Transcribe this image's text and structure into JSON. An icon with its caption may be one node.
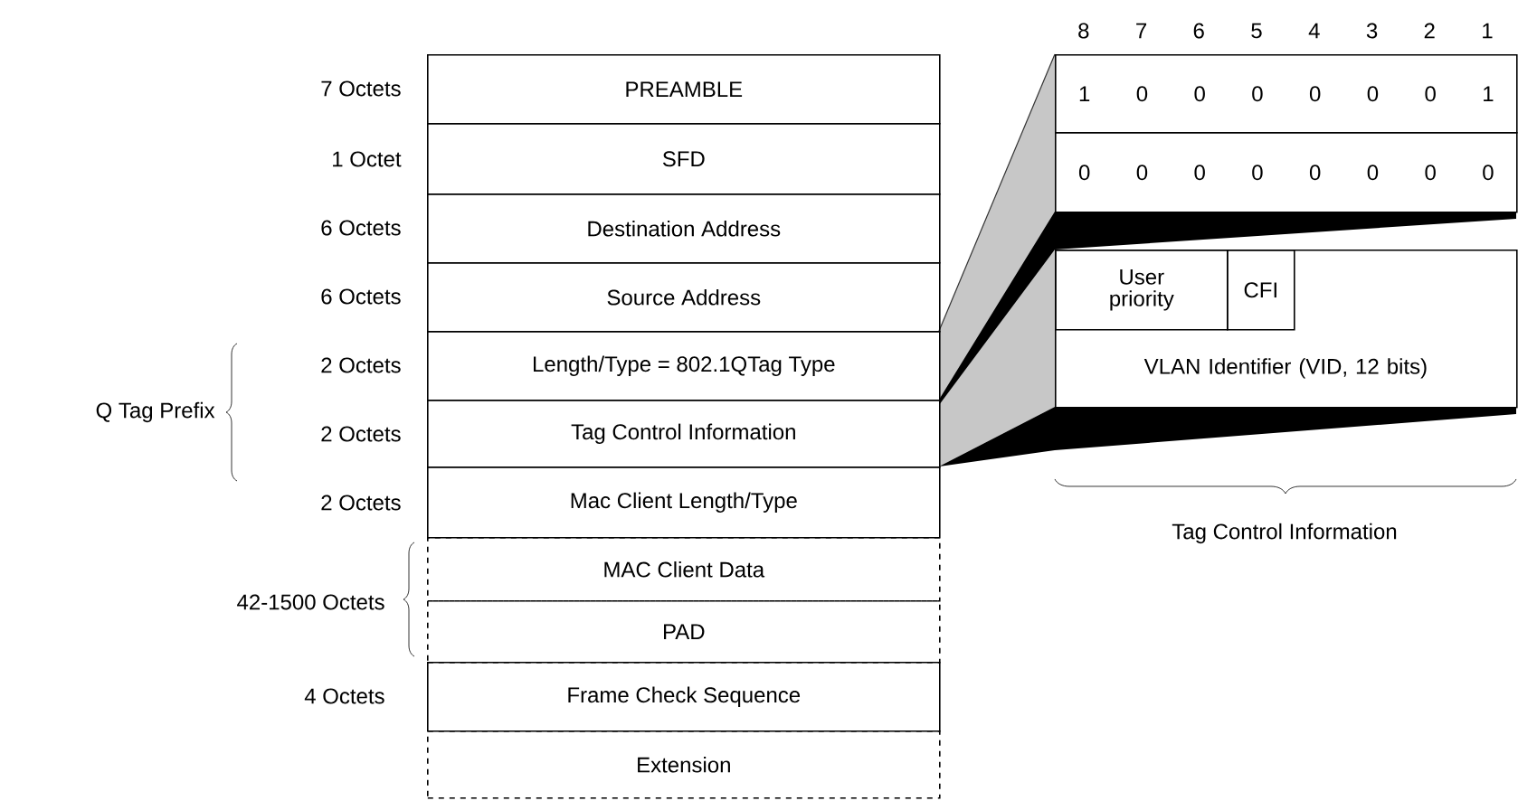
{
  "diagram": {
    "nodes": [
      {
        "text": [
          "PREAMBLE"
        ],
        "beside": [
          "7 Octets"
        ]
      },
      {
        "text": [
          "SFD"
        ],
        "beside": [
          "1 Octet"
        ]
      },
      {
        "text": [
          "Destination Address"
        ],
        "beside": [
          "6 Octets"
        ]
      },
      {
        "text": [
          "Source Address"
        ],
        "beside": [
          "6 Octets"
        ]
      },
      {
        "text": [
          "Length/Type = 802.1QTag Type"
        ],
        "beside": [
          "2 Octets"
        ]
      },
      {
        "text": [
          "Tag Control Information"
        ],
        "beside": [
          "2 Octets"
        ]
      },
      {
        "text": [
          "Mac Client Length/Type"
        ],
        "beside": [
          "2 Octets"
        ]
      },
      {
        "text": [
          "MAC Client Data"
        ]
      },
      {
        "text": [
          "PAD"
        ]
      },
      {
        "text": [
          "Frame Check Sequence"
        ],
        "beside": [
          "4 Octets"
        ]
      },
      {
        "text": [
          "Extension"
        ]
      },
      {
        "text": [
          "1",
          "0",
          "0",
          "0",
          "0",
          "0",
          "0",
          "1"
        ]
      },
      {
        "text": [
          "0",
          "0",
          "0",
          "0",
          "0",
          "0",
          "0",
          "0"
        ]
      },
      {
        "text": [],
        "shape": "box"
      },
      {
        "text": [
          "User priority"
        ],
        "in": 13
      },
      {
        "text": [
          "CFI"
        ],
        "in": 13
      },
      {
        "text": [
          "VLAN Identifier (VID, 12 bits)"
        ],
        "in": 13
      }
    ],
    "edges": [],
    "labels": [
      "8",
      "7",
      "6",
      "5",
      "4",
      "3",
      "2",
      "1",
      "Q Tag Prefix",
      "42-1500 Octets",
      "Tag Control Information"
    ]
  }
}
